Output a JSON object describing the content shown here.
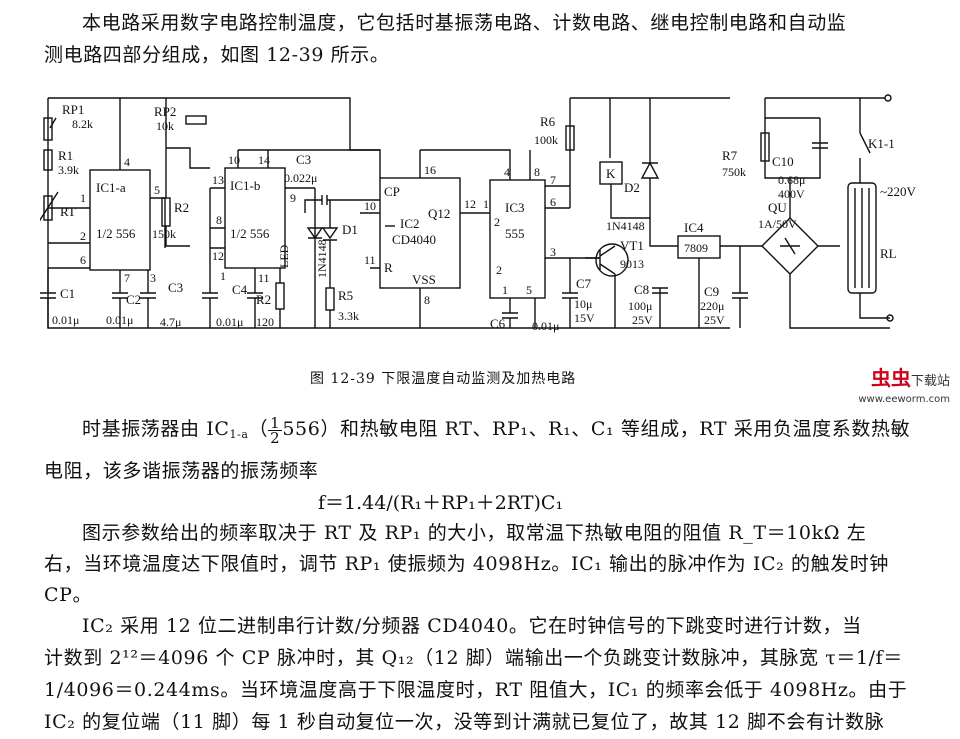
{
  "intro": {
    "line1": "本电路采用数字电路控制温度，它包括时基振荡电路、计数电路、继电控制电路和自动监",
    "line2": "测电路四部分组成，如图 12-39 所示。"
  },
  "figure": {
    "caption": "图 12-39    下限温度自动监测及加热电路",
    "labels": {
      "rp1": "RP1",
      "rp1_val": "8.2k",
      "r1": "R1",
      "r1_val": "3.9k",
      "rt": "RT",
      "rp2": "RP2",
      "rp2_val": "10k",
      "r2a": "R2",
      "r2a_val": "150k",
      "ic1a": "IC1-a",
      "ic1a_half": "1/2 556",
      "ic1b": "IC1-b",
      "ic1b_half": "1/2 556",
      "c1": "C1",
      "c1_val": "0.01μ",
      "c2": "C2",
      "c2_val": "0.01μ",
      "c3b": "C3",
      "c3b_val": "4.7μ",
      "c4": "C4",
      "c4_val": "0.01μ",
      "r2b": "R2",
      "r2b_val": "120",
      "c3": "C3",
      "c3_val": "0.022μ",
      "led": "LED",
      "d_1n4148": "1N4148",
      "d1": "D1",
      "r5": "R5",
      "r5_val": "3.3k",
      "ic2": "IC2",
      "cd4040": "CD4040",
      "cp": "CP",
      "q12": "Q12",
      "r": "R",
      "vss": "VSS",
      "ic3": "IC3",
      "ic3_type": "555",
      "r6": "R6",
      "r6_val": "100k",
      "c6": "C6",
      "c6_val": "0.01μ",
      "c7": "C7",
      "c7_val": "10μ",
      "c7_v": "15V",
      "k": "K",
      "d2": "D2",
      "d2_type": "1N4148",
      "vt1": "VT1",
      "vt1_type": "9013",
      "c8": "C8",
      "c8_val": "100μ",
      "c8_v": "25V",
      "ic4": "IC4",
      "ic4_type": "7809",
      "c9": "C9",
      "c9_val": "220μ",
      "c9_v": "25V",
      "r7": "R7",
      "r7_val": "750k",
      "c10": "C10",
      "c10_val": "0.68μ",
      "c10_v": "400V",
      "qu": "QU",
      "qu_val": "1A/50V",
      "k11": "K1-1",
      "ac": "~220V",
      "rl": "RL",
      "pins": [
        "4",
        "1",
        "2",
        "6",
        "5",
        "7",
        "3",
        "10",
        "14",
        "13",
        "8",
        "12",
        "1",
        "11",
        "9",
        "16",
        "10",
        "11",
        "8",
        "12",
        "1",
        "2",
        "4",
        "8",
        "7",
        "6",
        "3",
        "1",
        "5",
        "2"
      ]
    }
  },
  "body": {
    "p1_a": "时基振荡器由 IC",
    "p1_sub": "1-a",
    "p1_frac_num": "1",
    "p1_frac_den": "2",
    "p1_b": "556）和热敏电阻 RT、RP₁、R₁、C₁ 等组成，RT 采用负温度系数热敏",
    "p1_c": "电阻，该多谐振荡器的振荡频率",
    "formula": "f＝1.44/(R₁＋RP₁＋2RT)C₁",
    "p2_a": "图示参数给出的频率取决于 RT 及 RP₁ 的大小，取常温下热敏电阻的阻值 R_T＝10kΩ 左",
    "p2_b": "右，当环境温度达下限值时，调节 RP₁ 使振频为 4098Hz。IC₁ 输出的脉冲作为 IC₂ 的触发时钟",
    "p2_c": "CP。",
    "p3_a": "IC₂ 采用 12 位二进制串行计数/分频器 CD4040。它在时钟信号的下跳变时进行计数，当",
    "p3_b": "计数到 2¹²＝4096 个 CP 脉冲时，其 Q₁₂（12 脚）端输出一个负跳变计数脉冲，其脉宽 τ＝1/f＝",
    "p3_c": "1/4096＝0.244ms。当环境温度高于下限温度时，RT 阻值大，IC₁ 的频率会低于 4098Hz。由于",
    "p3_d": "IC₂ 的复位端（11 脚）每 1 秒自动复位一次，没等到计满就已复位了，故其 12 脚不会有计数脉"
  },
  "watermark": {
    "brand": "虫虫",
    "text": "下载站",
    "url": "www.eeworm.com"
  }
}
